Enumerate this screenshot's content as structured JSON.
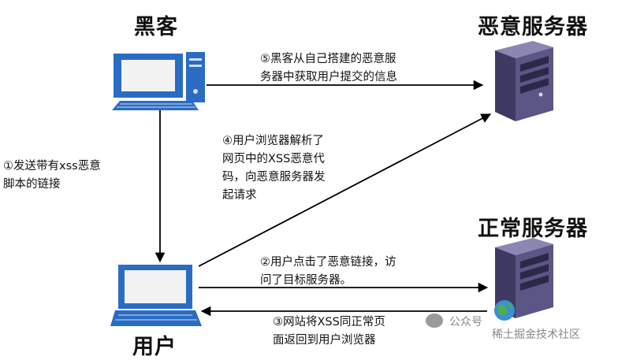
{
  "nodes": {
    "hacker": "黑客",
    "malicious_server": "恶意服务器",
    "normal_server": "正常服务器",
    "user": "用户"
  },
  "steps": {
    "s1": "①发送带有xss恶意\n脚本的链接",
    "s2": "②用户点击了恶意链接，访\n问了目标服务器。",
    "s3": "③网站将XSS同正常页\n面返回到用户浏览器",
    "s4": "④用户浏览器解析了\n网页中的XSS恶意代\n码，向恶意服务器发\n起请求",
    "s5": "⑤黑客从自己搭建的恶意服\n务器中获取用户提交的信息"
  },
  "watermark": {
    "platform": "公众号",
    "account": "稀土掘金技术社区"
  },
  "icons": {
    "hacker_computer": "desktop-computer-icon",
    "user_computer": "laptop-computer-icon",
    "malicious_server": "server-tower-icon",
    "normal_server": "server-tower-globe-icon"
  },
  "colors": {
    "monitor_blue": "#2a6cc4",
    "server_purple": "#5b5685",
    "arrow": "#000000"
  }
}
